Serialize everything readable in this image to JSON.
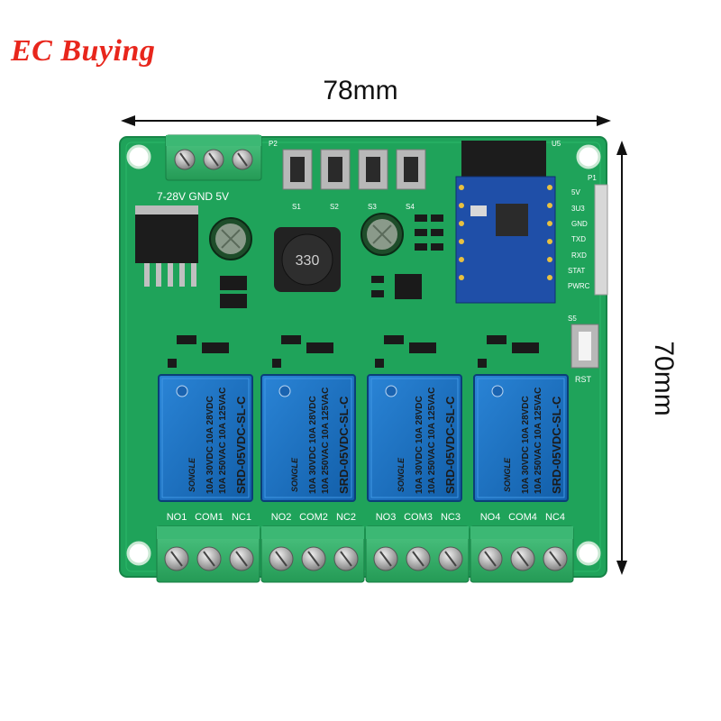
{
  "brand": {
    "text": "EC Buying",
    "color": "#e8261c"
  },
  "dimensions": {
    "width_label": "78mm",
    "height_label": "70mm"
  },
  "board": {
    "color": "#1fa35a",
    "power_label": "7-28V GND 5V",
    "connector_top": "P2",
    "connector_right": "P1",
    "buttons": [
      "S1",
      "S2",
      "S3",
      "S4"
    ],
    "reset_button": {
      "ref": "S5",
      "label": "RST"
    },
    "module_ref": "U5",
    "module_pins": [
      "5V",
      "3U3",
      "GND",
      "TXD",
      "RXD",
      "STAT",
      "PWRC"
    ],
    "inductor_marking": "330",
    "relays": [
      {
        "brand": "SONGLE",
        "model": "SRD-05VDC-SL-C",
        "spec1": "10A 250VAC 10A 125VAC",
        "spec2": "10A 30VDC 10A 28VDC"
      },
      {
        "brand": "SONGLE",
        "model": "SRD-05VDC-SL-C",
        "spec1": "10A 250VAC 10A 125VAC",
        "spec2": "10A 30VDC 10A 28VDC"
      },
      {
        "brand": "SONGLE",
        "model": "SRD-05VDC-SL-C",
        "spec1": "10A 250VAC 10A 125VAC",
        "spec2": "10A 30VDC 10A 28VDC"
      },
      {
        "brand": "SONGLE",
        "model": "SRD-05VDC-SL-C",
        "spec1": "10A 250VAC 10A 125VAC",
        "spec2": "10A 30VDC 10A 28VDC"
      }
    ],
    "terminal_labels": [
      [
        "NO1",
        "COM1",
        "NC1"
      ],
      [
        "NO2",
        "COM2",
        "NC2"
      ],
      [
        "NO3",
        "COM3",
        "NC3"
      ],
      [
        "NO4",
        "COM4",
        "NC4"
      ]
    ]
  }
}
